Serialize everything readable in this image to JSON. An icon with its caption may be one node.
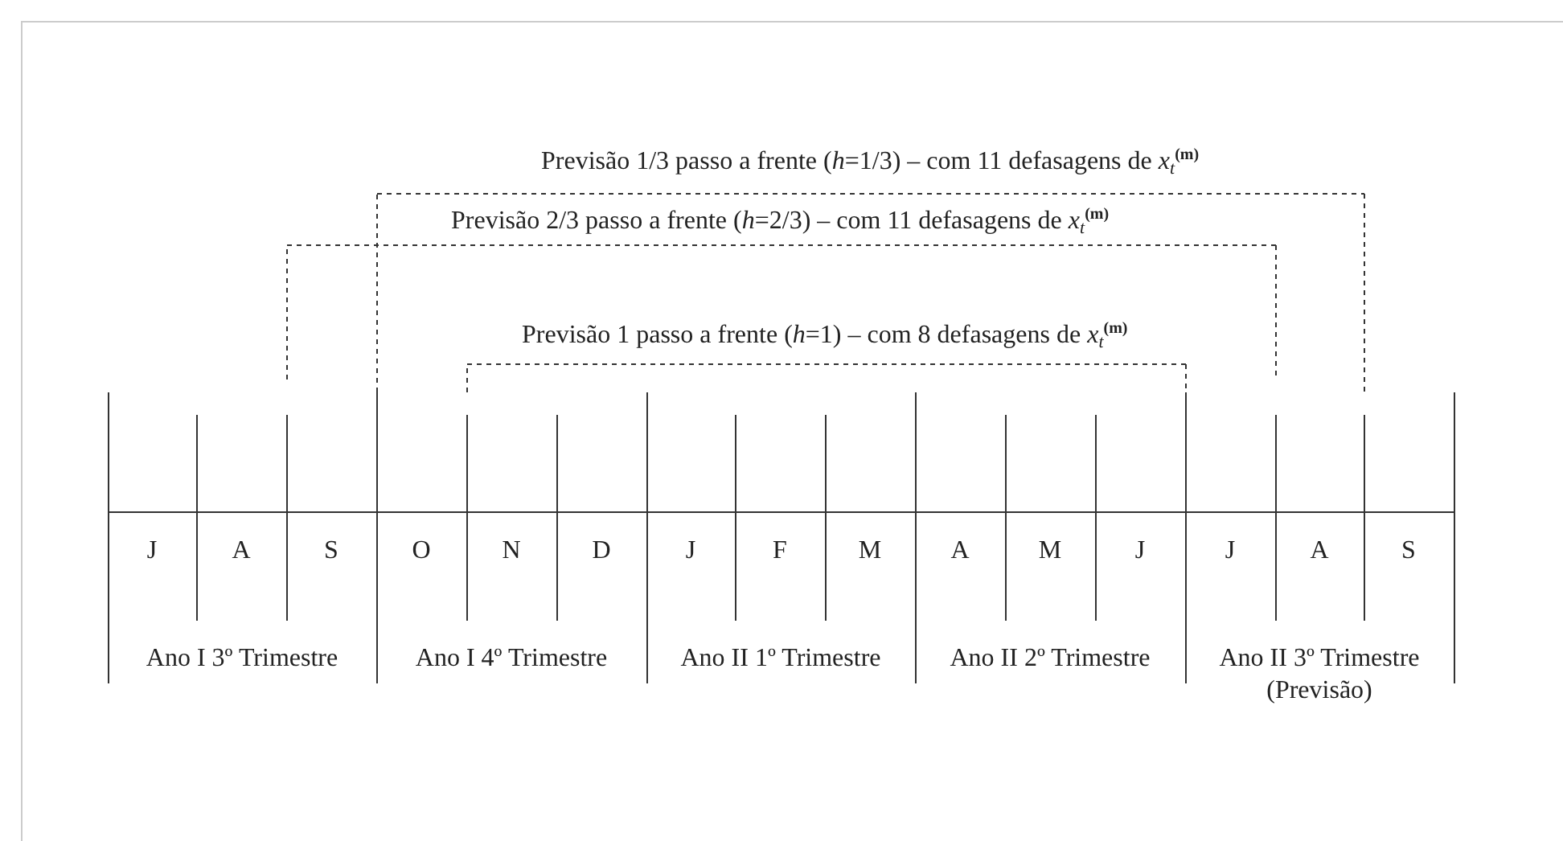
{
  "diagram": {
    "labels": [
      "Previsão 1/3 passo a frente (*h*=1/3) – com 11 defasagens de *x*$_{t}$$^{(m)}$",
      "Previsão 2/3 passo a frente (*h*=2/3) – com 11 defasagens de *x*$_{t}$$^{(m)}$",
      "Previsão 1 passo a frente (*h*=1) – com 8 defasagens de *x*$_{t}$$^{(m)}$",
      "J",
      "A",
      "S",
      "O",
      "N",
      "D",
      "J",
      "F",
      "M",
      "A",
      "M",
      "J",
      "J",
      "A",
      "S",
      "Ano I 3º Trimestre",
      "Ano I 4º Trimestre",
      "Ano II 1º Trimestre",
      "Ano II 2º Trimestre",
      "Ano II 3º Trimestre (Previsão)"
    ]
  }
}
